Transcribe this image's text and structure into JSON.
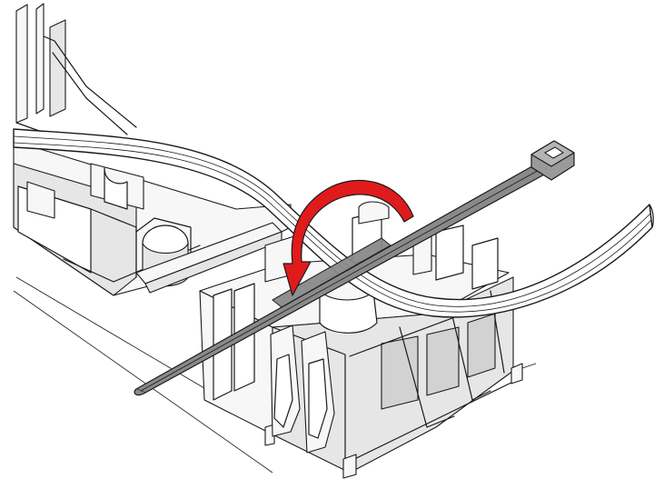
{
  "figure": {
    "parts": [
      "mounting-base",
      "base-clip-tabs",
      "cable-bundle",
      "cable-tie",
      "cable-tie-head",
      "cable-tie-tail",
      "rotation-arrow"
    ],
    "colors": {
      "background": "#ffffff",
      "outline": "#1a1a1a",
      "part_fill": "#f7f7f7",
      "part_shade": "#e6e6e6",
      "cable_tie": "#8a8a8a",
      "arrow": "#e01b1b"
    },
    "icons": {
      "rotation_arrow": "curved-arrow-icon"
    }
  }
}
